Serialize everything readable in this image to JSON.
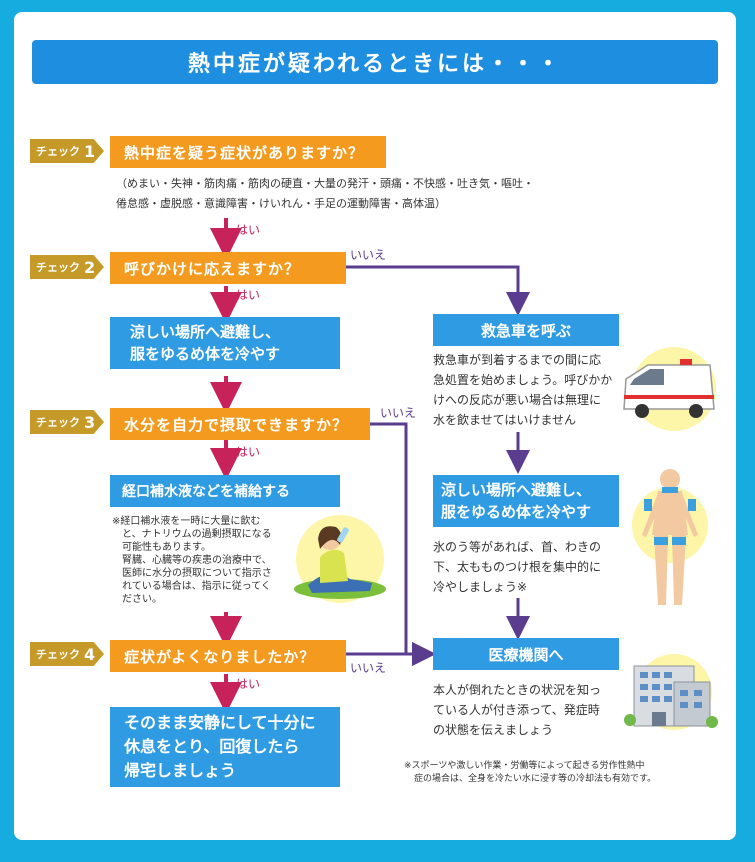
{
  "title": "熱中症が疑われるときには・・・",
  "check_label": "チェック",
  "yes_label": "はい",
  "no_label": "いいえ",
  "checks": [
    {
      "num": "1",
      "question": "熱中症を疑う症状がありますか？"
    },
    {
      "num": "2",
      "question": "呼びかけに応えますか？"
    },
    {
      "num": "3",
      "question": "水分を自力で摂取できますか？"
    },
    {
      "num": "4",
      "question": "症状がよくなりましたか？"
    }
  ],
  "symptoms": [
    "（めまい・失神・筋肉痛・筋肉の硬直・大量の発汗・頭痛・不快感・吐き気・嘔吐・",
    "倦怠感・虚脱感・意識障害・けいれん・手足の運動障害・高体温）"
  ],
  "left_steps": {
    "cool_place": [
      "涼しい場所へ避難し、",
      "服をゆるめ体を冷やす"
    ],
    "oral_rehydration": "経口補水液などを補給する",
    "oral_note": [
      "※経口補水液を一時に大量に飲む",
      "と、ナトリウムの過剰摂取になる",
      "可能性もあります。",
      "腎臓、心臓等の疾患の治療中で、",
      "医師に水分の摂取について指示さ",
      "れている場合は、指示に従ってく",
      "ださい。"
    ],
    "rest": [
      "そのまま安静にして十分に",
      "休息をとり、回復したら",
      "帰宅しましょう"
    ]
  },
  "right_steps": {
    "ambulance": "救急車を呼ぶ",
    "ambulance_text": [
      "救急車が到着するまでの間に応",
      "急処置を始めましょう。呼びかか",
      "けへの反応が悪い場合は無理に",
      "水を飲ませてはいけません"
    ],
    "cool_place": [
      "涼しい場所へ避難し、",
      "服をゆるめ体を冷やす"
    ],
    "cool_text": [
      "氷のう等があれば、首、わきの",
      "下、太もものつけ根を集中的に",
      "冷やしましょう※"
    ],
    "hospital": "医療機関へ",
    "hospital_text": [
      "本人が倒れたときの状況を知っ",
      "ている人が付き添って、発症時",
      "の状態を伝えましょう"
    ]
  },
  "footnote": [
    "※スポーツや激しい作業・労働等によって起きる労作性熱中",
    "症の場合は、全身を冷たい水に浸す等の冷却法も有効です。"
  ],
  "colors": {
    "background": "#16ace0",
    "title": "#1e8fe0",
    "question": "#f39a1f",
    "action": "#2f9be3",
    "badge": "#c59a28",
    "yes_arrow": "#c8225b",
    "no_arrow": "#5b3d8f"
  },
  "illustrations": [
    "ambulance-illustration",
    "drinking-woman-illustration",
    "body-cooling-illustration",
    "hospital-illustration"
  ]
}
